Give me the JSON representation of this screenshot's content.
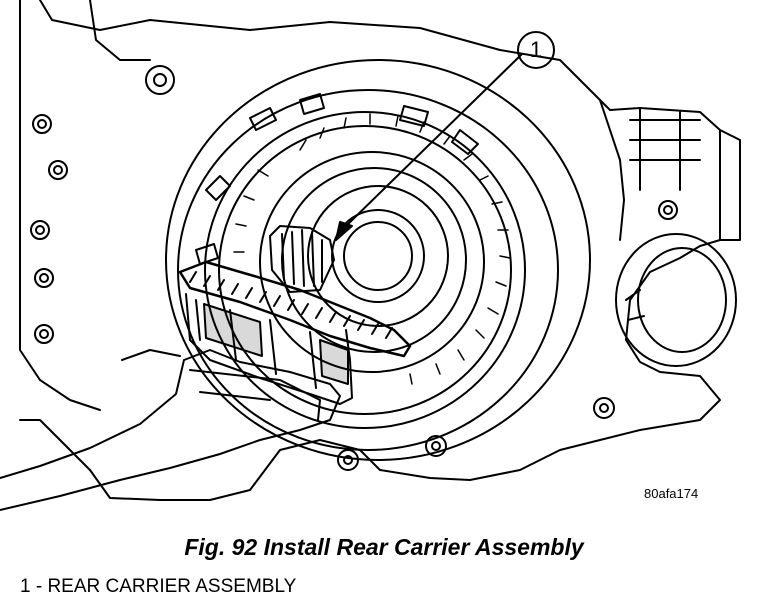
{
  "figure": {
    "caption": "Fig. 92 Install Rear Carrier Assembly",
    "code": "80afa174",
    "callout": {
      "number": "1"
    },
    "legend": "1 - REAR CARRIER ASSEMBLY"
  }
}
